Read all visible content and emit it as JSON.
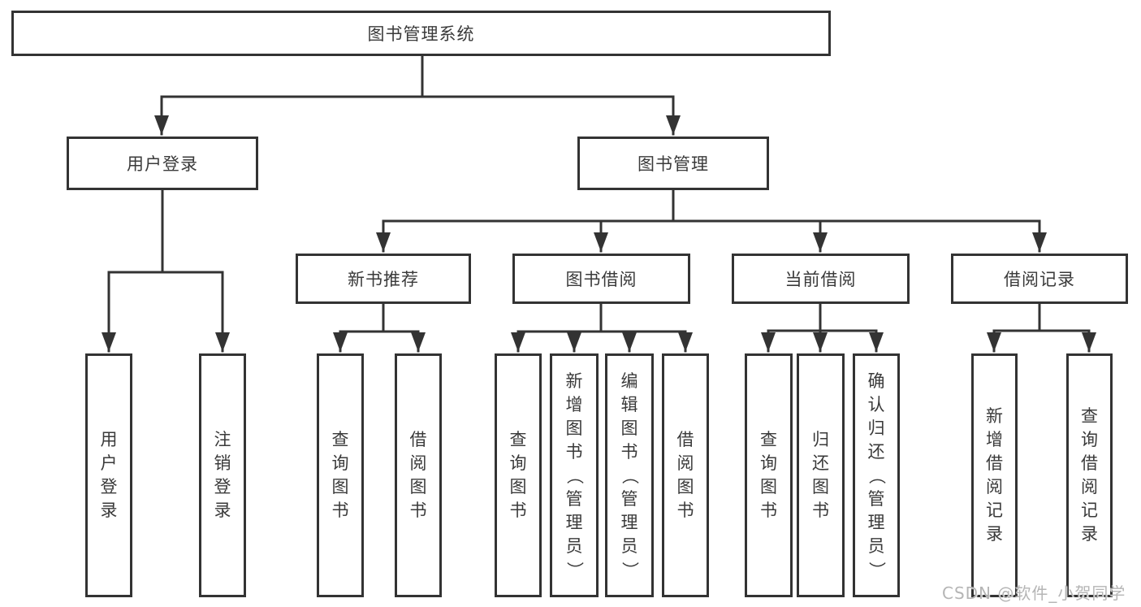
{
  "diagram": {
    "root": "图书管理系统",
    "level2": {
      "user_login": "用户登录",
      "book_mgmt": "图书管理"
    },
    "level3": {
      "new_books": "新书推荐",
      "borrowing": "图书借阅",
      "current": "当前借阅",
      "records": "借阅记录"
    },
    "leaves": {
      "user_login": [
        "用户登录",
        "注销登录"
      ],
      "new_books": [
        "查询图书",
        "借阅图书"
      ],
      "borrowing": [
        "查询图书",
        "新增图书（管理员）",
        "编辑图书（管理员）",
        "借阅图书"
      ],
      "current": [
        "查询图书",
        "归还图书",
        "确认归还（管理员）"
      ],
      "records": [
        "新增借阅记录",
        "查询借阅记录"
      ]
    }
  },
  "watermark": "CSDN @软件_小贺同学",
  "colors": {
    "line": "#333333",
    "text": "#3a3a3a",
    "background": "#ffffff",
    "watermark": "#b5b5b5"
  }
}
